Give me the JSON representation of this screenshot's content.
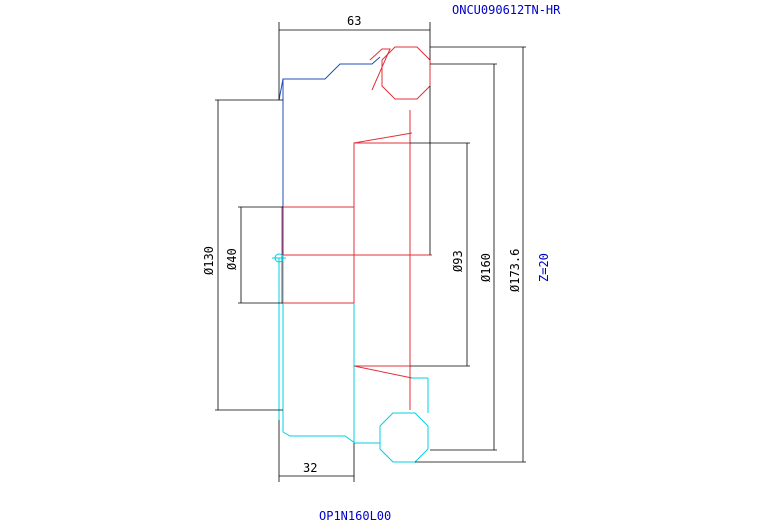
{
  "header": {
    "insert_code": "ONCU090612TN-HR"
  },
  "footer": {
    "tool_code": "OP1N160L00"
  },
  "teeth": {
    "label": "Z=20"
  },
  "dimensions": {
    "width_total": "63",
    "width_body": "32",
    "d130": "Ø130",
    "d40": "Ø40",
    "d93": "Ø93",
    "d160": "Ø160",
    "d173": "Ø173.6"
  },
  "colors": {
    "dimension": "#000000",
    "body_top": "#1f4fb5",
    "body_bottom": "#00d0e0",
    "section": "#e0303a",
    "labels": "#0000cc"
  }
}
